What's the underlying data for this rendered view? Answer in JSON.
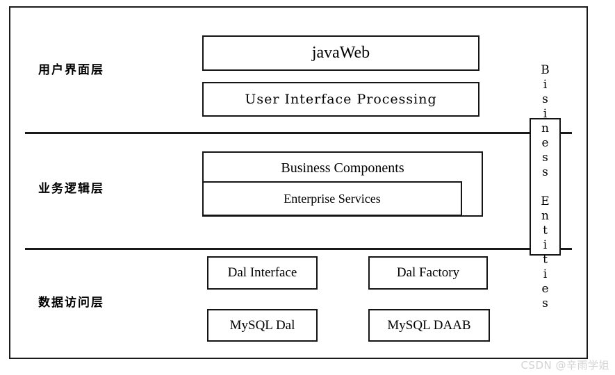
{
  "diagram": {
    "title": "Three-Tier Architecture Diagram",
    "tiers": [
      {
        "id": "presentation",
        "label": "用户界面层",
        "boxes": [
          {
            "id": "javaweb",
            "label": "javaWeb"
          },
          {
            "id": "ui-processing",
            "label": "User  Interface  Processing"
          }
        ]
      },
      {
        "id": "business",
        "label": "业务逻辑层",
        "boxes": [
          {
            "id": "business-components",
            "label": "Business   Components"
          },
          {
            "id": "enterprise-services",
            "label": "Enterprise Services"
          }
        ]
      },
      {
        "id": "data-access",
        "label": "数据访问层",
        "boxes": [
          {
            "id": "dal-interface",
            "label": "Dal Interface"
          },
          {
            "id": "dal-factory",
            "label": "Dal Factory"
          },
          {
            "id": "mysql-dal",
            "label": "MySQL Dal"
          },
          {
            "id": "mysql-daab",
            "label": "MySQL DAAB"
          }
        ]
      }
    ],
    "side_box": {
      "id": "business-entities",
      "label": "Bisiness Entities",
      "orientation": "vertical"
    },
    "watermark": "CSDN @辛雨学姐",
    "colors": {
      "frame": "#1a1a1a",
      "box_border": "#141414",
      "background": "#ffffff",
      "text": "#000000",
      "watermark": "#d3d3d3"
    }
  }
}
